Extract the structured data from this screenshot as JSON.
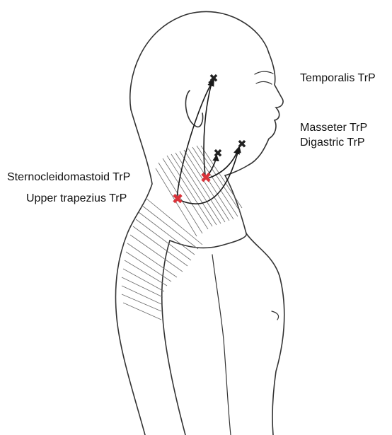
{
  "labels": {
    "temporalis": "Temporalis TrP",
    "masseter": "Masseter TrP",
    "digastric": "Digastric TrP",
    "sternocleidomastoid": "Sternocleidomastoid TrP",
    "upper_trapezius": "Upper trapezius TrP"
  },
  "markers": {
    "source_symbol": "✖",
    "source_color": "#d9333a",
    "target_symbol": "✖",
    "target_color": "#222222"
  },
  "colors": {
    "outline": "#333333",
    "fibers": "#6a6a6a",
    "arrows": "#1a1a1a"
  }
}
